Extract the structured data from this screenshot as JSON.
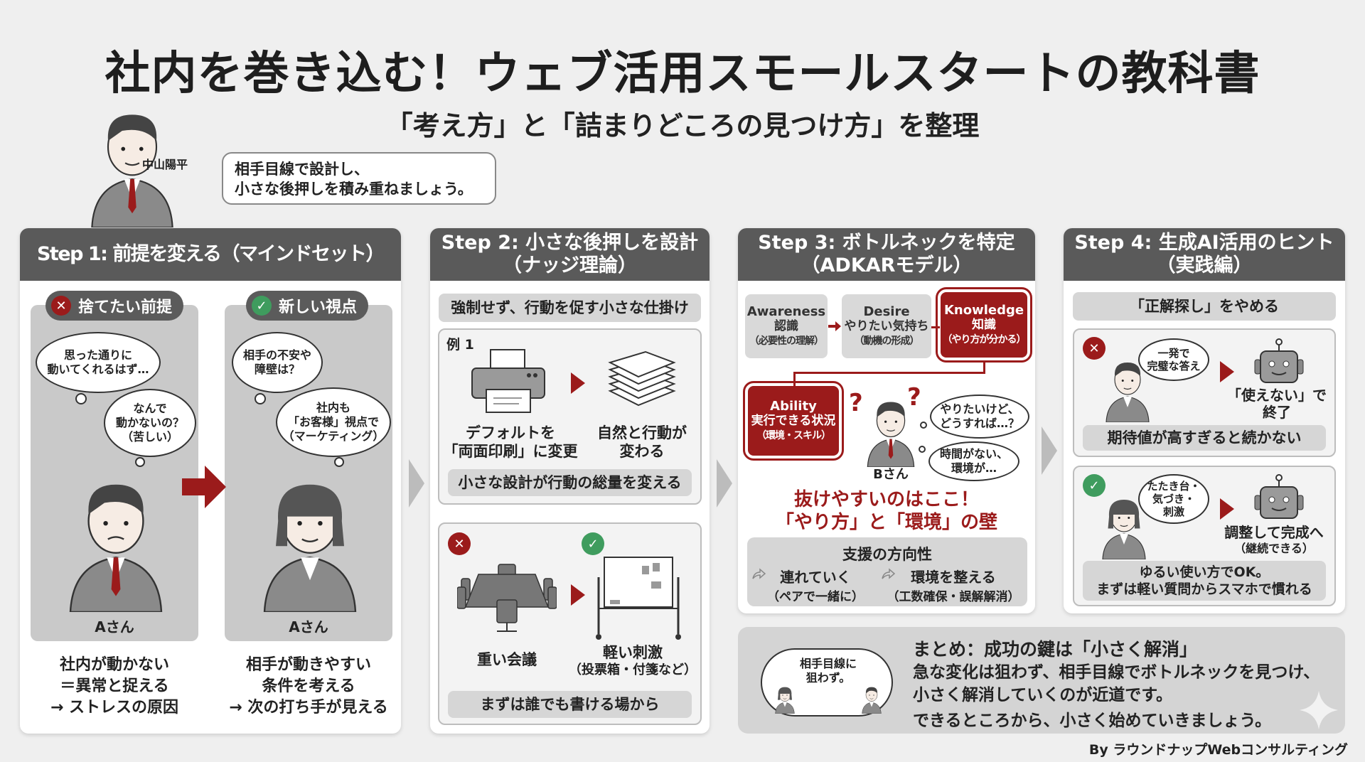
{
  "title": "社内を巻き込む！ウェブ活用スモールスタートの教科書",
  "subtitle": "「考え方」と「詰まりどころの見つけ方」を整理",
  "presenter": {
    "name": "中山陽平",
    "speech": [
      "相手目線で設計し、",
      "小さな後押しを積み重ねましょう。"
    ]
  },
  "step1": {
    "header": "Step 1: 前提を変える（マインドセット）",
    "left": {
      "label": "捨てたい前提",
      "thought1": [
        "思った通りに",
        "動いてくれるはず…"
      ],
      "thought2": [
        "なんで",
        "動かないの？",
        "（苦しい）"
      ],
      "person": "Aさん",
      "caption": [
        "社内が動かない",
        "＝異常と捉える",
        "→ ストレスの原因"
      ]
    },
    "right": {
      "label": "新しい視点",
      "thought1": [
        "相手の不安や",
        "障壁は？"
      ],
      "thought2": [
        "社内も",
        "「お客様」視点で",
        "（マーケティング）"
      ],
      "person": "Aさん",
      "caption": [
        "相手が動きやすい",
        "条件を考える",
        "→ 次の打ち手が見える"
      ]
    }
  },
  "step2": {
    "header": [
      "Step 2: 小さな後押しを設計",
      "（ナッジ理論）"
    ],
    "lead": "強制せず、行動を促す小さな仕掛け",
    "example": {
      "label": "例 1",
      "left_caption": [
        "デフォルトを",
        "「両面印刷」に変更"
      ],
      "right_caption": [
        "自然と行動が",
        "変わる"
      ],
      "conclusion": "小さな設計が行動の総量を変える"
    },
    "meeting": {
      "left_caption": "重い会議",
      "right_caption": [
        "軽い刺激",
        "（投票箱・付箋など）"
      ],
      "conclusion": "まずは誰でも書ける場から"
    }
  },
  "step3": {
    "header": [
      "Step 3: ボトルネックを特定",
      "（ADKARモデル）"
    ],
    "adkar": [
      {
        "en": "Awareness",
        "ja": "認識",
        "sub": "（必要性の理解）"
      },
      {
        "en": "Desire",
        "ja": "やりたい気持ち",
        "sub": "（動機の形成）"
      },
      {
        "en": "Knowledge",
        "ja": "知識",
        "sub": "（やり方が分かる）"
      },
      {
        "en": "Ability",
        "ja": "実行できる状況",
        "sub": "（環境・スキル）"
      }
    ],
    "person": "Bさん",
    "thought1": [
      "やりたいけど、",
      "どうすれば…？"
    ],
    "thought2": [
      "時間がない、",
      "環境が…"
    ],
    "highlight": [
      "抜けやすいのはここ！",
      "「やり方」と「環境」の壁"
    ],
    "support": {
      "title": "支援の方向性",
      "items": [
        {
          "main": "連れていく",
          "sub": "（ペアで一緒に）"
        },
        {
          "main": "環境を整える",
          "sub": "（工数確保・誤解解消）"
        }
      ]
    }
  },
  "step4": {
    "header": [
      "Step 4: 生成AI活用のヒント",
      "（実践編）"
    ],
    "lead": "「正解探し」をやめる",
    "bad": {
      "speech": [
        "一発で",
        "完璧な答え"
      ],
      "result": [
        "「使えない」で",
        "終了"
      ],
      "conclusion": "期待値が高すぎると続かない"
    },
    "good": {
      "speech": [
        "たたき台・",
        "気づき・",
        "刺激"
      ],
      "result": "調整して完成へ",
      "result_sub": "（継続できる）",
      "conclusion": [
        "ゆるい使い方でOK。",
        "まずは軽い質問からスマホで慣れる"
      ]
    }
  },
  "summary": {
    "bubble": [
      "相手目線に",
      "狙わず。"
    ],
    "title": "まとめ：成功の鍵は「小さく解消」",
    "body": [
      "急な変化は狙わず、相手目線でボトルネックを見つけ、",
      "小さく解消していくのが近道です。",
      "できるところから、小さく始めていきましょう。"
    ]
  },
  "credit": "By ラウンドナップWebコンサルティング",
  "colors": {
    "accent": "#9b1b1b",
    "ok": "#3f9c5e",
    "header": "#5a5a5a",
    "background": "#efefef"
  }
}
